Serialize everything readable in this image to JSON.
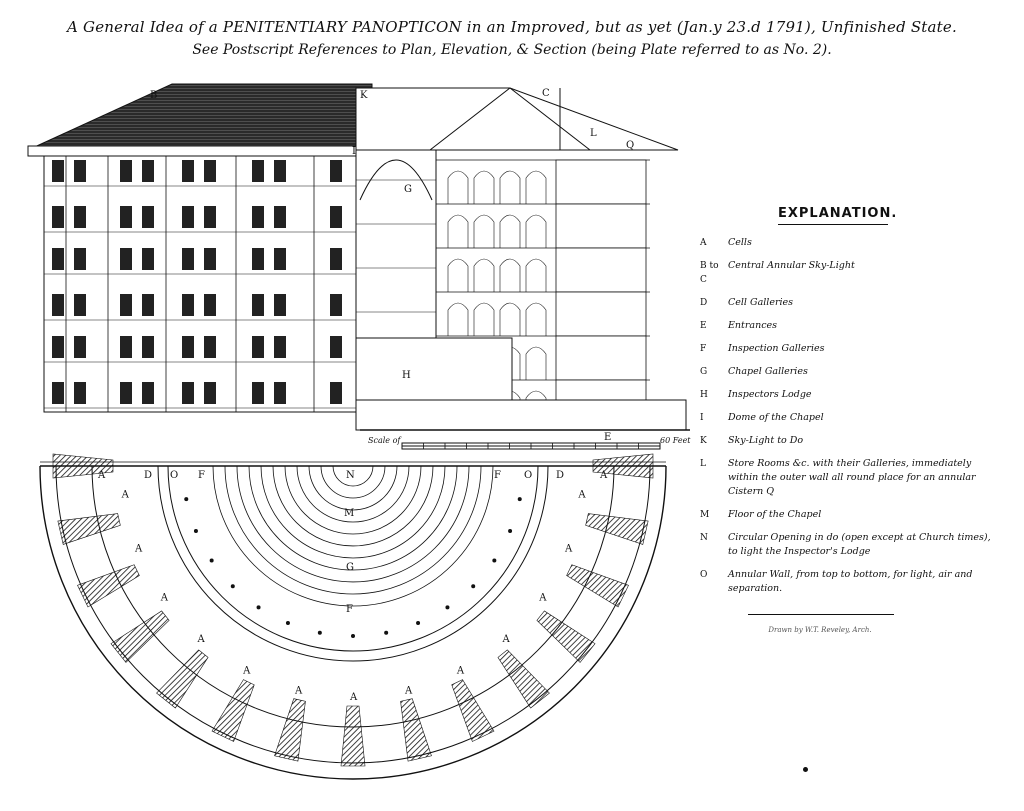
{
  "header": {
    "title": "A General Idea of a PENITENTIARY PANOPTICON in an Improved, but as yet (Jan.y 23.d 1791), Unfinished State.",
    "subtitle": "See Postscript References to Plan, Elevation, & Section (being Plate referred to as No. 2)."
  },
  "explanation": {
    "heading": "EXPLANATION.",
    "items": [
      {
        "key": "A",
        "text": "Cells"
      },
      {
        "key": "B to C",
        "text": "Central Annular Sky-Light"
      },
      {
        "key": "D",
        "text": "Cell Galleries"
      },
      {
        "key": "E",
        "text": "Entrances"
      },
      {
        "key": "F",
        "text": "Inspection Galleries"
      },
      {
        "key": "G",
        "text": "Chapel Galleries"
      },
      {
        "key": "H",
        "text": "Inspectors Lodge"
      },
      {
        "key": "I",
        "text": "Dome of the Chapel"
      },
      {
        "key": "K",
        "text": "Sky-Light to Do"
      },
      {
        "key": "L",
        "text": "Store Rooms &c. with their Galleries, immediately within the outer wall all round place for an annular Cistern Q"
      },
      {
        "key": "M",
        "text": "Floor of the Chapel"
      },
      {
        "key": "N",
        "text": "Circular Opening in do (open except at Church times), to light the Inspector's Lodge"
      },
      {
        "key": "O",
        "text": "Annular Wall, from top to bottom, for light, air and separation."
      }
    ]
  },
  "scale": {
    "label": "Scale of",
    "end_label": "60 Feet"
  },
  "credit": "Drawn by W.T. Reveley, Arch."
}
